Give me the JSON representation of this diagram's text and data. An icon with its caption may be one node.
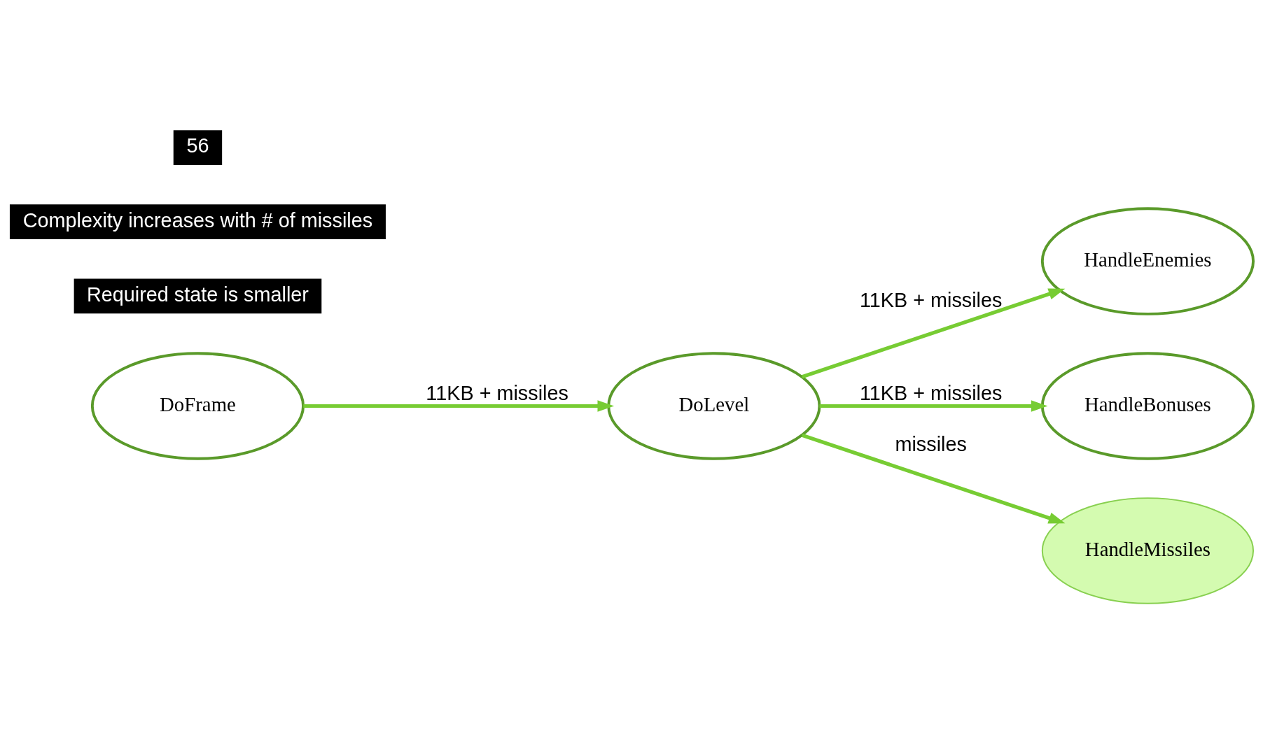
{
  "diagram": {
    "nodes": [
      {
        "text": [
          "DoFrame"
        ]
      },
      {
        "text": [
          "DoLevel"
        ]
      },
      {
        "text": [
          "HandleEnemies"
        ]
      },
      {
        "text": [
          "HandleBonuses"
        ]
      },
      {
        "text": [
          "HandleMissiles"
        ]
      }
    ],
    "edges": [
      {
        "from": 0,
        "to": 1,
        "arrow": "to",
        "label": "11KB + missiles"
      },
      {
        "from": 1,
        "to": 2,
        "arrow": "to",
        "label": "11KB + missiles"
      },
      {
        "from": 1,
        "to": 3,
        "arrow": "to",
        "label": "11KB + missiles"
      },
      {
        "from": 1,
        "to": 4,
        "arrow": "to",
        "label": "missiles"
      }
    ],
    "labels": [
      "Required state is smaller",
      "Complexity increases with # of missiles",
      "56"
    ]
  }
}
